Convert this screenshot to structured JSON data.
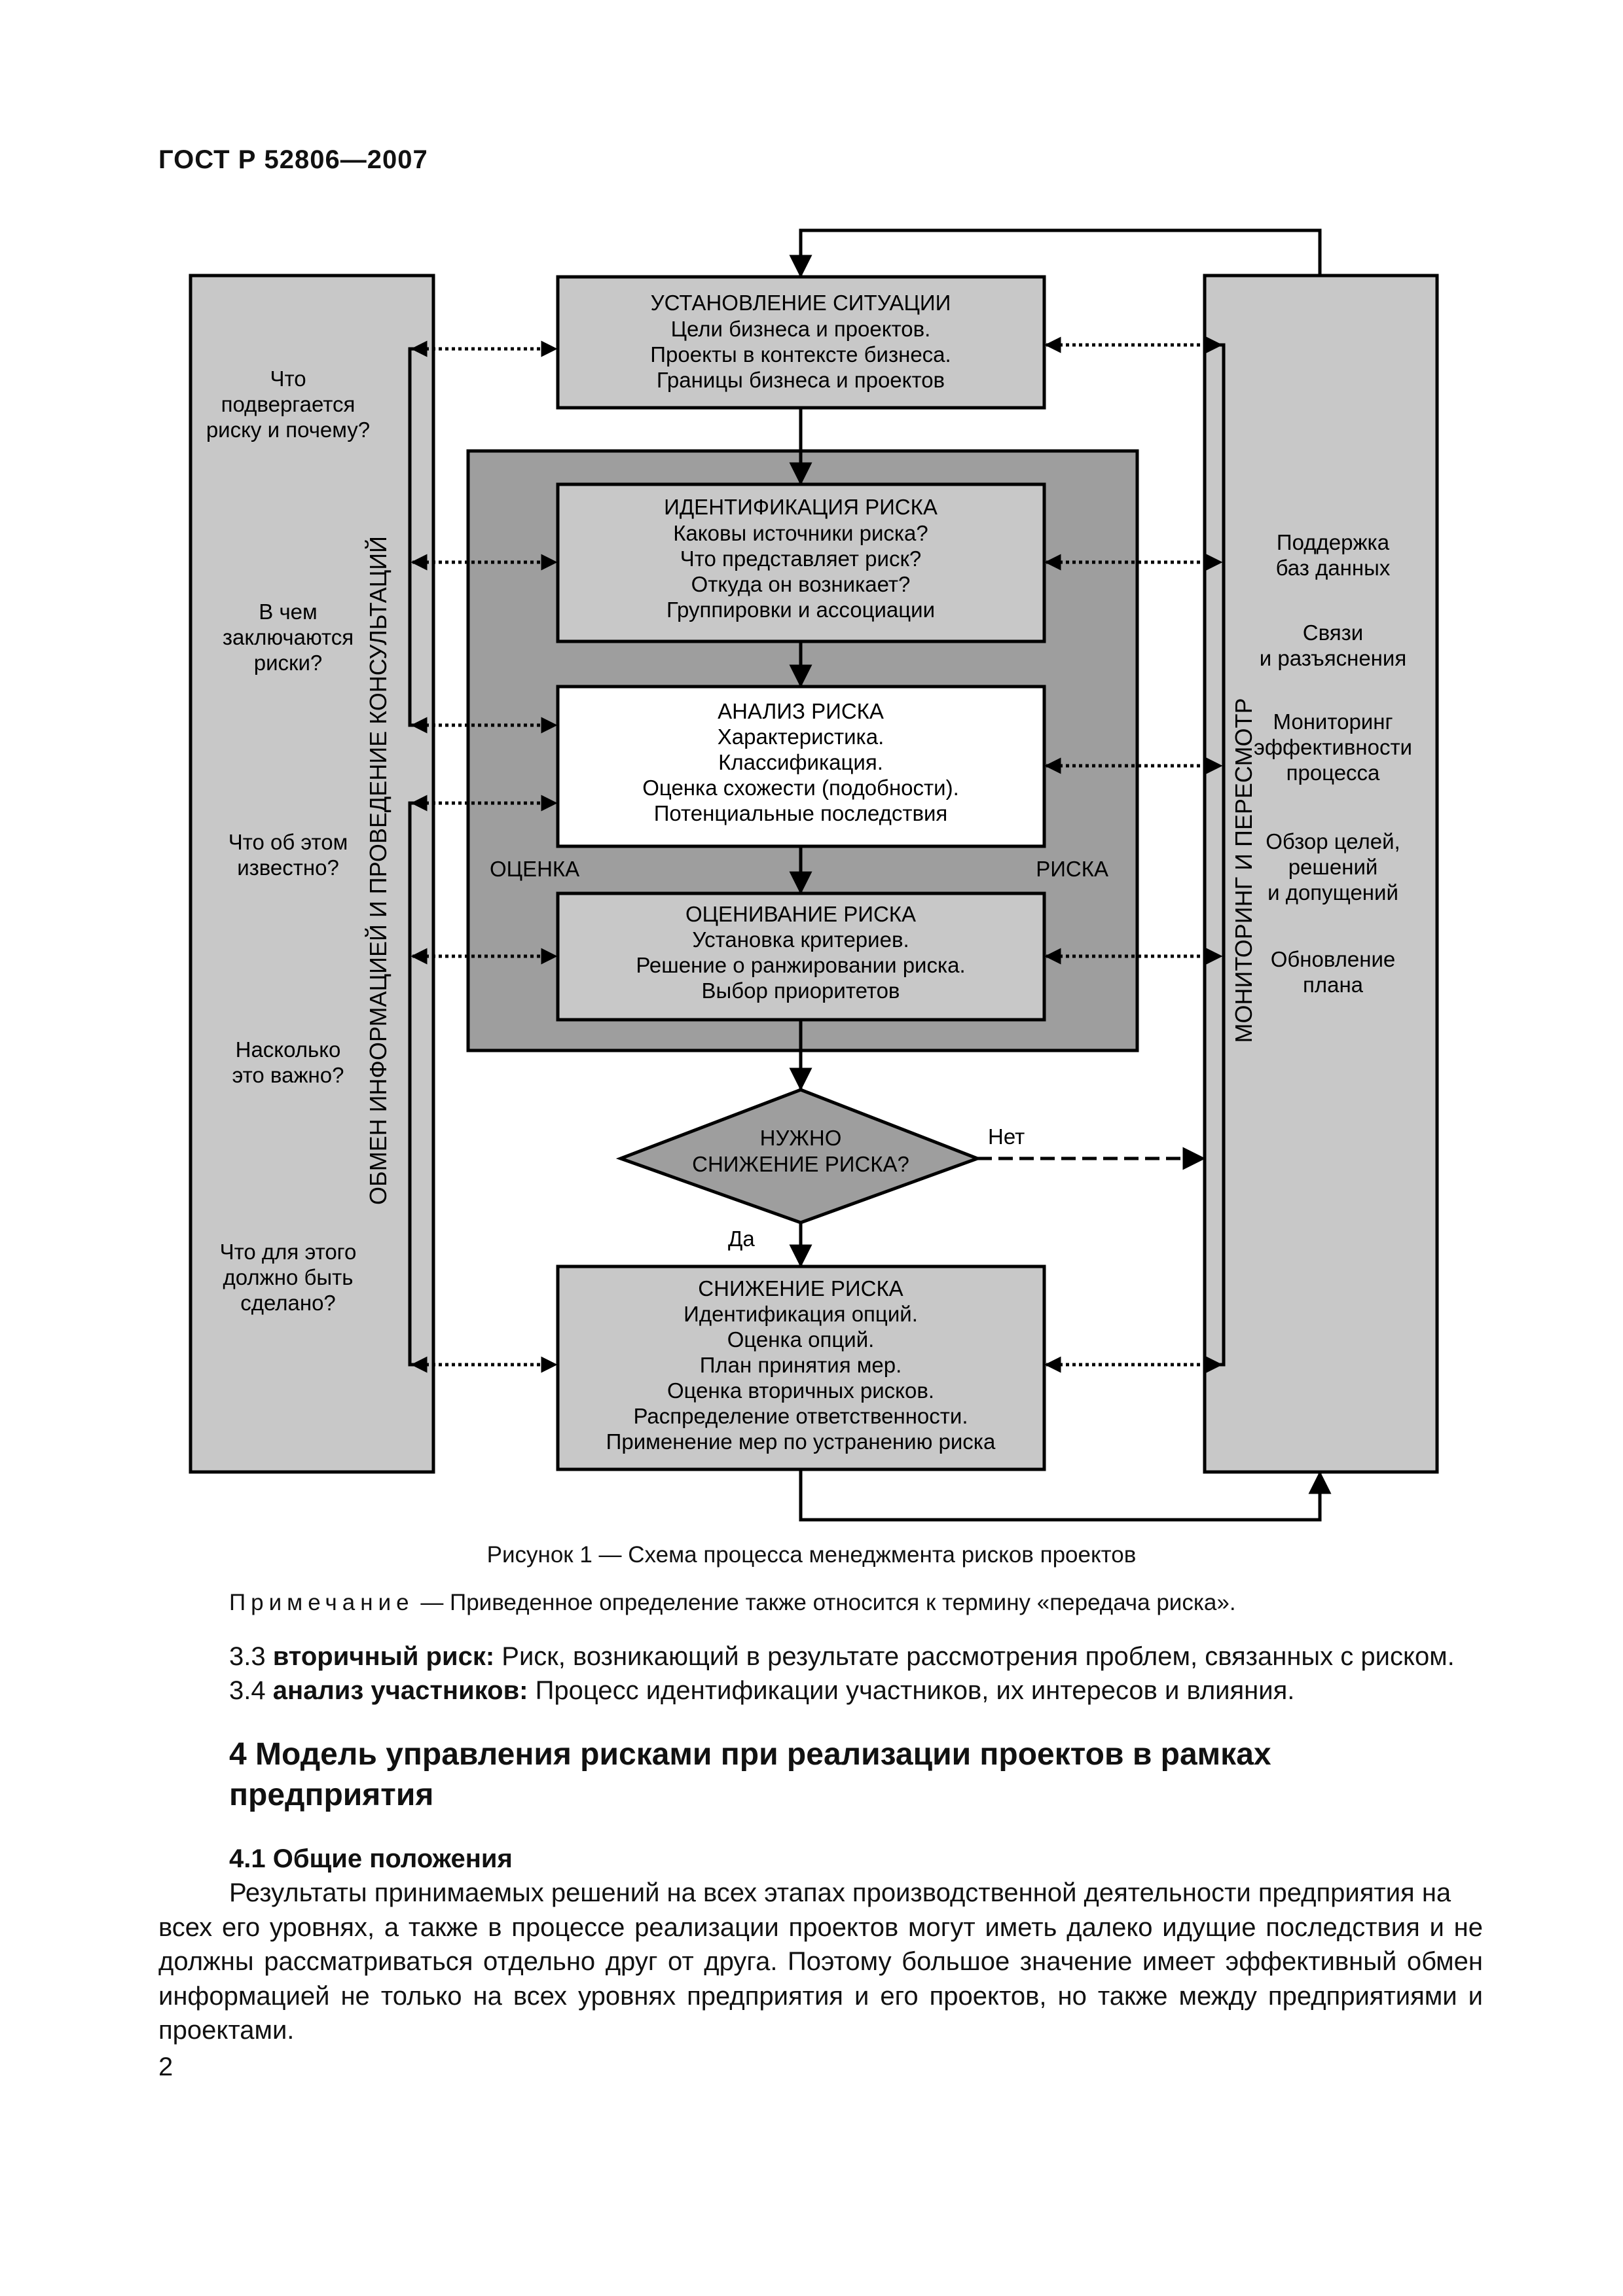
{
  "header": "ГОСТ Р 52806—2007",
  "diagram": {
    "boxes": {
      "situation": {
        "title": "УСТАНОВЛЕНИЕ СИТУАЦИИ",
        "lines": [
          "Цели бизнеса и проектов.",
          "Проекты в контексте бизнеса.",
          "Границы бизнеса и проектов"
        ]
      },
      "identification": {
        "title": "ИДЕНТИФИКАЦИЯ РИСКА",
        "lines": [
          "Каковы источники риска?",
          "Что представляет риск?",
          "Откуда он возникает?",
          "Группировки и ассоциации"
        ]
      },
      "analysis": {
        "title": "АНАЛИЗ РИСКА",
        "lines": [
          "Характеристика.",
          "Классификация.",
          "Оценка схожести (подобности).",
          "Потенциальные последствия"
        ]
      },
      "evaluation": {
        "title": "ОЦЕНИВАНИЕ РИСКА",
        "lines": [
          "Установка критериев.",
          "Решение о ранжировании риска.",
          "Выбор приоритетов"
        ]
      },
      "reduction": {
        "title": "СНИЖЕНИЕ РИСКА",
        "lines": [
          "Идентификация опций.",
          "Оценка опций.",
          "План принятия мер.",
          "Оценка вторичных рисков.",
          "Распределение ответственности.",
          "Применение мер по устранению риска"
        ]
      }
    },
    "assessment_left": "ОЦЕНКА",
    "assessment_right": "РИСКА",
    "decision": [
      "НУЖНО",
      "СНИЖЕНИЕ РИСКА?"
    ],
    "no_label": "Нет",
    "yes_label": "Да",
    "left_panel": {
      "vertical": "ОБМЕН ИНФОРМАЦИЕЙ И ПРОВЕДЕНИЕ КОНСУЛЬТАЦИЙ",
      "questions": [
        [
          "Что",
          "подвергается",
          "риску и почему?"
        ],
        [
          "В чем",
          "заключаются",
          "риски?"
        ],
        [
          "Что об этом",
          "известно?"
        ],
        [
          "Насколько",
          "это важно?"
        ],
        [
          "Что для этого",
          "должно быть",
          "сделано?"
        ]
      ]
    },
    "right_panel": {
      "vertical": "МОНИТОРИНГ И ПЕРЕСМОТР",
      "items": [
        [
          "Поддержка",
          "баз данных"
        ],
        [
          "Связи",
          "и разъяснения"
        ],
        [
          "Мониторинг",
          "эффективности",
          "процесса"
        ],
        [
          "Обзор целей,",
          "решений",
          "и допущений"
        ],
        [
          "Обновление",
          "плана"
        ]
      ]
    }
  },
  "caption": "Рисунок 1 — Схема процесса менеджмента рисков проектов",
  "note": {
    "label": "Примечание",
    "text": " — Приведенное определение также относится к термину «передача риска»."
  },
  "definitions": [
    {
      "num": "3.3 ",
      "term": "вторичный риск:",
      "text": " Риск, возникающий в результате рассмотрения проблем, связанных с риском."
    },
    {
      "num": "3.4 ",
      "term": "анализ участников:",
      "text": " Процесс идентификации участников, их интересов и влияния."
    }
  ],
  "section_title": "4 Модель управления рисками при реализации проектов в рамках предприятия",
  "subsection_title": "4.1 Общие положения",
  "paragraph_first": "Результаты принимаемых решений на всех этапах производственной деятельности предприятия на",
  "paragraph_rest": "всех его уровнях, а также в процессе реализации проектов могут иметь далеко идущие последствия и не должны рассматриваться отдельно друг от друга. Поэтому большое значение имеет эффективный обмен информацией не только на всех уровнях предприятия и его проектов, но также между предприятиями и проектами.",
  "page_number": "2"
}
